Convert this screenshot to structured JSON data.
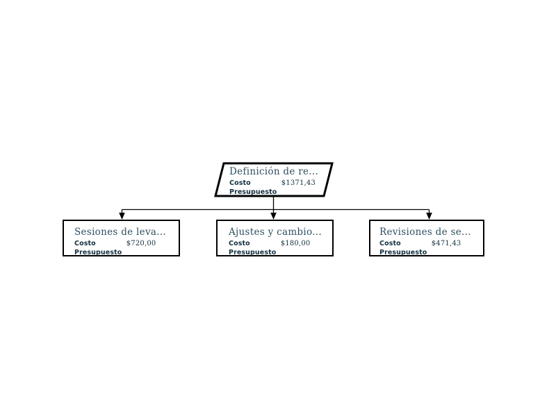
{
  "diagram": {
    "type": "cost-breakdown-tree",
    "background_color": "#ffffff",
    "title_color": "#2f4f62",
    "label_color": "#14303f",
    "border_color": "#000000",
    "connector_color": "#000000",
    "labels": {
      "cost": "Costo",
      "budget": "Presupuesto"
    },
    "root": {
      "title": "Definición de re...",
      "cost_label": "Costo",
      "cost_value": "$1371,43",
      "budget_label": "Presupuesto",
      "budget_value": "",
      "shape": "parallelogram"
    },
    "children": [
      {
        "title": "Sesiones de leva...",
        "cost_label": "Costo",
        "cost_value": "$720,00",
        "budget_label": "Presupuesto",
        "budget_value": "",
        "shape": "rectangle"
      },
      {
        "title": "Ajustes y cambio...",
        "cost_label": "Costo",
        "cost_value": "$180,00",
        "budget_label": "Presupuesto",
        "budget_value": "",
        "shape": "rectangle"
      },
      {
        "title": "Revisiones de se...",
        "cost_label": "Costo",
        "cost_value": "$471,43",
        "budget_label": "Presupuesto",
        "budget_value": "",
        "shape": "rectangle"
      }
    ]
  }
}
